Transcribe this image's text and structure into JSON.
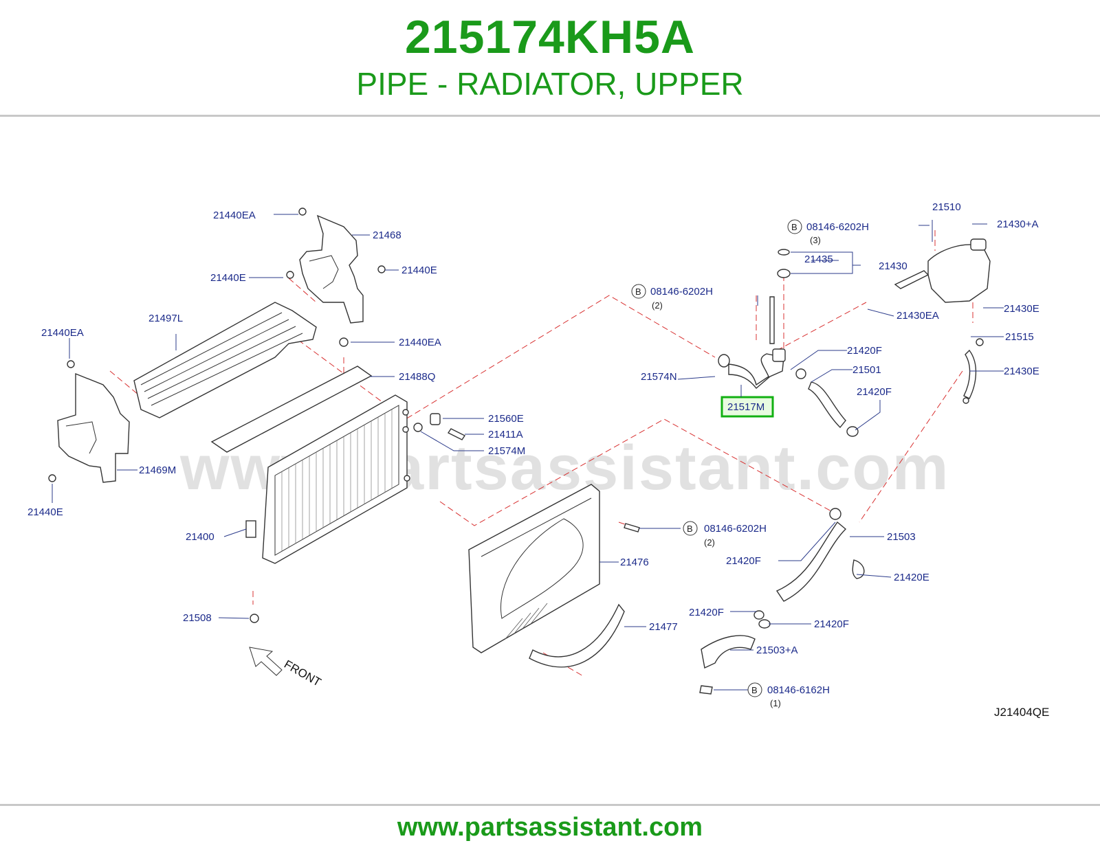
{
  "header": {
    "part_number": "215174KH5A",
    "description": "PIPE - RADIATOR, UPPER"
  },
  "footer": {
    "url": "www.partsassistant.com"
  },
  "diagram": {
    "watermark": "www.partsassistant.com",
    "ref_code": "J21404QE",
    "front_label": "FRONT",
    "highlighted_part": "21517M",
    "bolt_marker": "B",
    "labels": {
      "l21440EA_a": "21440EA",
      "l21468": "21468",
      "l21440E_a": "21440E",
      "l21440E_b": "21440E",
      "l21497L": "21497L",
      "l21440EA_b": "21440EA",
      "l21440EA_c": "21440EA",
      "l21488Q": "21488Q",
      "l21469M": "21469M",
      "l21440E_c": "21440E",
      "l21400": "21400",
      "l21508": "21508",
      "l21560E": "21560E",
      "l21411A": "21411A",
      "l21574M": "21574M",
      "l08146_a": "08146-6202H",
      "l08146_a_qty": "(2)",
      "l08146_b": "08146-6202H",
      "l08146_b_qty": "(3)",
      "l21435": "21435",
      "l21430": "21430",
      "l21510": "21510",
      "l21430A": "21430+A",
      "l21430E_a": "21430E",
      "l21430EA": "21430EA",
      "l21515": "21515",
      "l21430E_b": "21430E",
      "l21420F_a": "21420F",
      "l21501": "21501",
      "l21420F_b": "21420F",
      "l21574N": "21574N",
      "l21476": "21476",
      "l08146_c": "08146-6202H",
      "l08146_c_qty": "(2)",
      "l21503": "21503",
      "l21420F_c": "21420F",
      "l21420E": "21420E",
      "l21420F_d": "21420F",
      "l21420F_e": "21420F",
      "l21477": "21477",
      "l21503A": "21503+A",
      "l08146_d": "08146-6162H",
      "l08146_d_qty": "(1)"
    }
  }
}
